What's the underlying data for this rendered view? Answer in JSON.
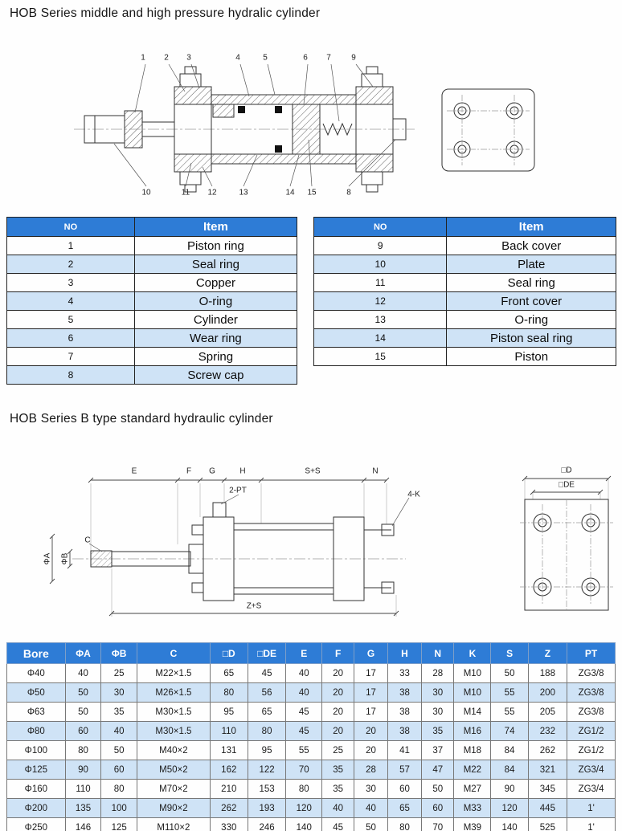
{
  "colors": {
    "header-blue": "#2e7cd6",
    "row-alt": "#cfe3f6"
  },
  "section1": {
    "title": "HOB Series middle and high pressure hydralic cylinder"
  },
  "section2": {
    "title": "HOB Series B type standard hydraulic cylinder"
  },
  "parts_table_left": {
    "headers": [
      "NO",
      "Item"
    ],
    "rows": [
      [
        "1",
        "Piston ring"
      ],
      [
        "2",
        "Seal ring"
      ],
      [
        "3",
        "Copper"
      ],
      [
        "4",
        "O-ring"
      ],
      [
        "5",
        "Cylinder"
      ],
      [
        "6",
        "Wear ring"
      ],
      [
        "7",
        "Spring"
      ],
      [
        "8",
        "Screw cap"
      ]
    ]
  },
  "parts_table_right": {
    "headers": [
      "NO",
      "Item"
    ],
    "rows": [
      [
        "9",
        "Back cover"
      ],
      [
        "10",
        "Plate"
      ],
      [
        "11",
        "Seal ring"
      ],
      [
        "12",
        "Front cover"
      ],
      [
        "13",
        "O-ring"
      ],
      [
        "14",
        "Piston seal ring"
      ],
      [
        "15",
        "Piston"
      ]
    ]
  },
  "diagram1": {
    "labels_top": [
      "1",
      "2",
      "3",
      "4",
      "5",
      "6",
      "7",
      "9"
    ],
    "labels_bottom": [
      "10",
      "11",
      "12",
      "13",
      "14",
      "15",
      "8"
    ]
  },
  "diagram2": {
    "dims_top": [
      "E",
      "F",
      "G",
      "H",
      "S+S",
      "N"
    ],
    "port_label": "2-PT",
    "bolt_label": "4-K",
    "dim_bottom": "Z+S",
    "dim_rod_a": "ΦA",
    "dim_rod_b": "ΦB",
    "dim_thread_c": "C",
    "flange_dim_outer": "□D",
    "flange_dim_inner": "□DE"
  },
  "spec_table": {
    "headers": [
      "Bore",
      "ΦA",
      "ΦB",
      "C",
      "□D",
      "□DE",
      "E",
      "F",
      "G",
      "H",
      "N",
      "K",
      "S",
      "Z",
      "PT"
    ],
    "rows": [
      [
        "Φ40",
        "40",
        "25",
        "M22×1.5",
        "65",
        "45",
        "40",
        "20",
        "17",
        "33",
        "28",
        "M10",
        "50",
        "188",
        "ZG3/8"
      ],
      [
        "Φ50",
        "50",
        "30",
        "M26×1.5",
        "80",
        "56",
        "40",
        "20",
        "17",
        "38",
        "30",
        "M10",
        "55",
        "200",
        "ZG3/8"
      ],
      [
        "Φ63",
        "50",
        "35",
        "M30×1.5",
        "95",
        "65",
        "45",
        "20",
        "17",
        "38",
        "30",
        "M14",
        "55",
        "205",
        "ZG3/8"
      ],
      [
        "Φ80",
        "60",
        "40",
        "M30×1.5",
        "110",
        "80",
        "45",
        "20",
        "20",
        "38",
        "35",
        "M16",
        "74",
        "232",
        "ZG1/2"
      ],
      [
        "Φ100",
        "80",
        "50",
        "M40×2",
        "131",
        "95",
        "55",
        "25",
        "20",
        "41",
        "37",
        "M18",
        "84",
        "262",
        "ZG1/2"
      ],
      [
        "Φ125",
        "90",
        "60",
        "M50×2",
        "162",
        "122",
        "70",
        "35",
        "28",
        "57",
        "47",
        "M22",
        "84",
        "321",
        "ZG3/4"
      ],
      [
        "Φ160",
        "110",
        "80",
        "M70×2",
        "210",
        "153",
        "80",
        "35",
        "30",
        "60",
        "50",
        "M27",
        "90",
        "345",
        "ZG3/4"
      ],
      [
        "Φ200",
        "135",
        "100",
        "M90×2",
        "262",
        "193",
        "120",
        "40",
        "40",
        "65",
        "60",
        "M33",
        "120",
        "445",
        "1'"
      ],
      [
        "Φ250",
        "146",
        "125",
        "M110×2",
        "330",
        "246",
        "140",
        "45",
        "50",
        "80",
        "70",
        "M39",
        "140",
        "525",
        "1'"
      ]
    ]
  }
}
